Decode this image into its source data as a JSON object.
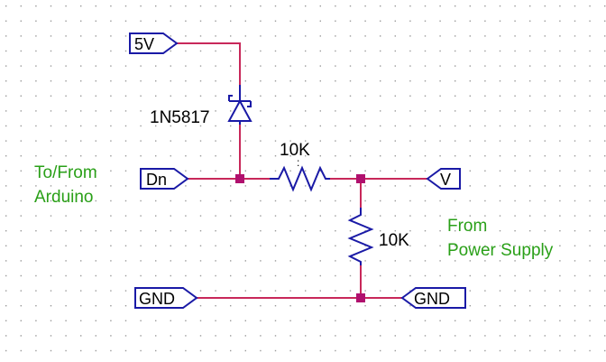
{
  "ports": {
    "p5v": "5V",
    "dn": "Dn",
    "v": "V",
    "gnd_left": "GND",
    "gnd_right": "GND"
  },
  "components": {
    "diode": "1N5817",
    "r_series": "10K",
    "r_shunt": "10K"
  },
  "notes": {
    "arduino_line1": "To/From",
    "arduino_line2": "Arduino",
    "supply_line1": "From",
    "supply_line2": "Power Supply"
  },
  "colors": {
    "wire": "#c8285a",
    "component": "#1a1aa6",
    "junction": "#b0106e",
    "grid_dot": "#9a9a9a",
    "annotation": "#2aa018"
  }
}
